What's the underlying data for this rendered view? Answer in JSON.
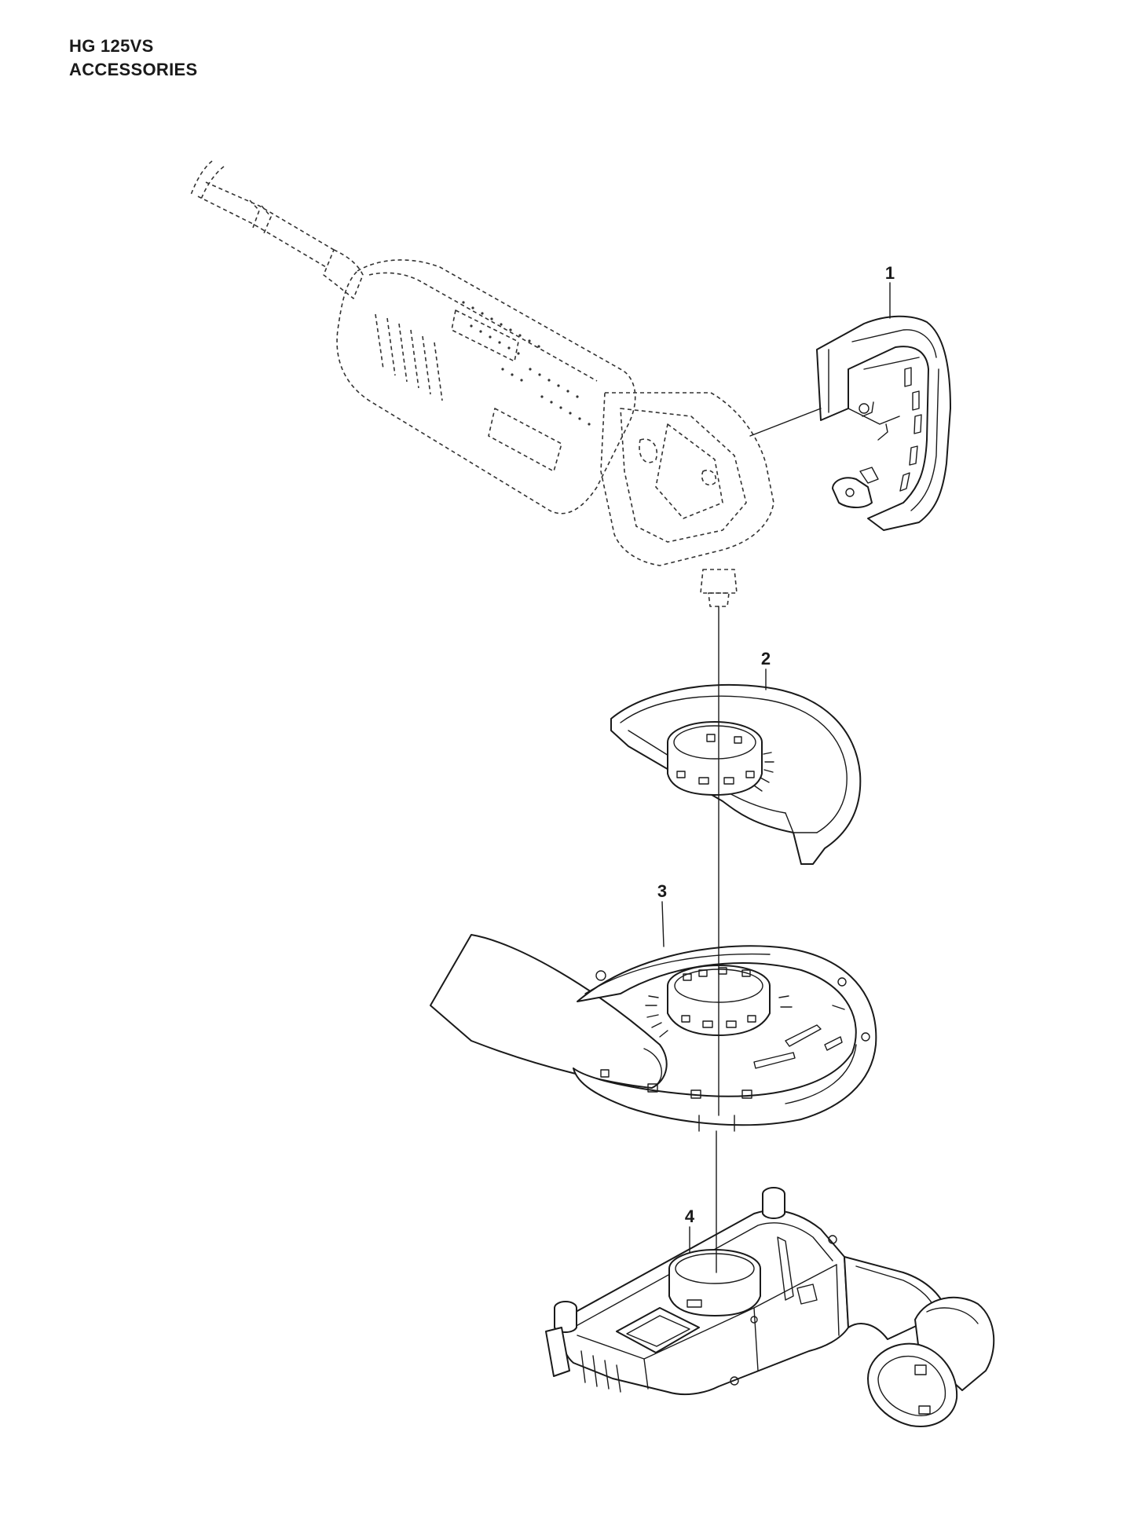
{
  "header": {
    "model": "HG 125VS",
    "section": "ACCESSORIES"
  },
  "callouts": [
    {
      "id": "1",
      "label": "1"
    },
    {
      "id": "2",
      "label": "2"
    },
    {
      "id": "3",
      "label": "3"
    },
    {
      "id": "4",
      "label": "4"
    }
  ]
}
